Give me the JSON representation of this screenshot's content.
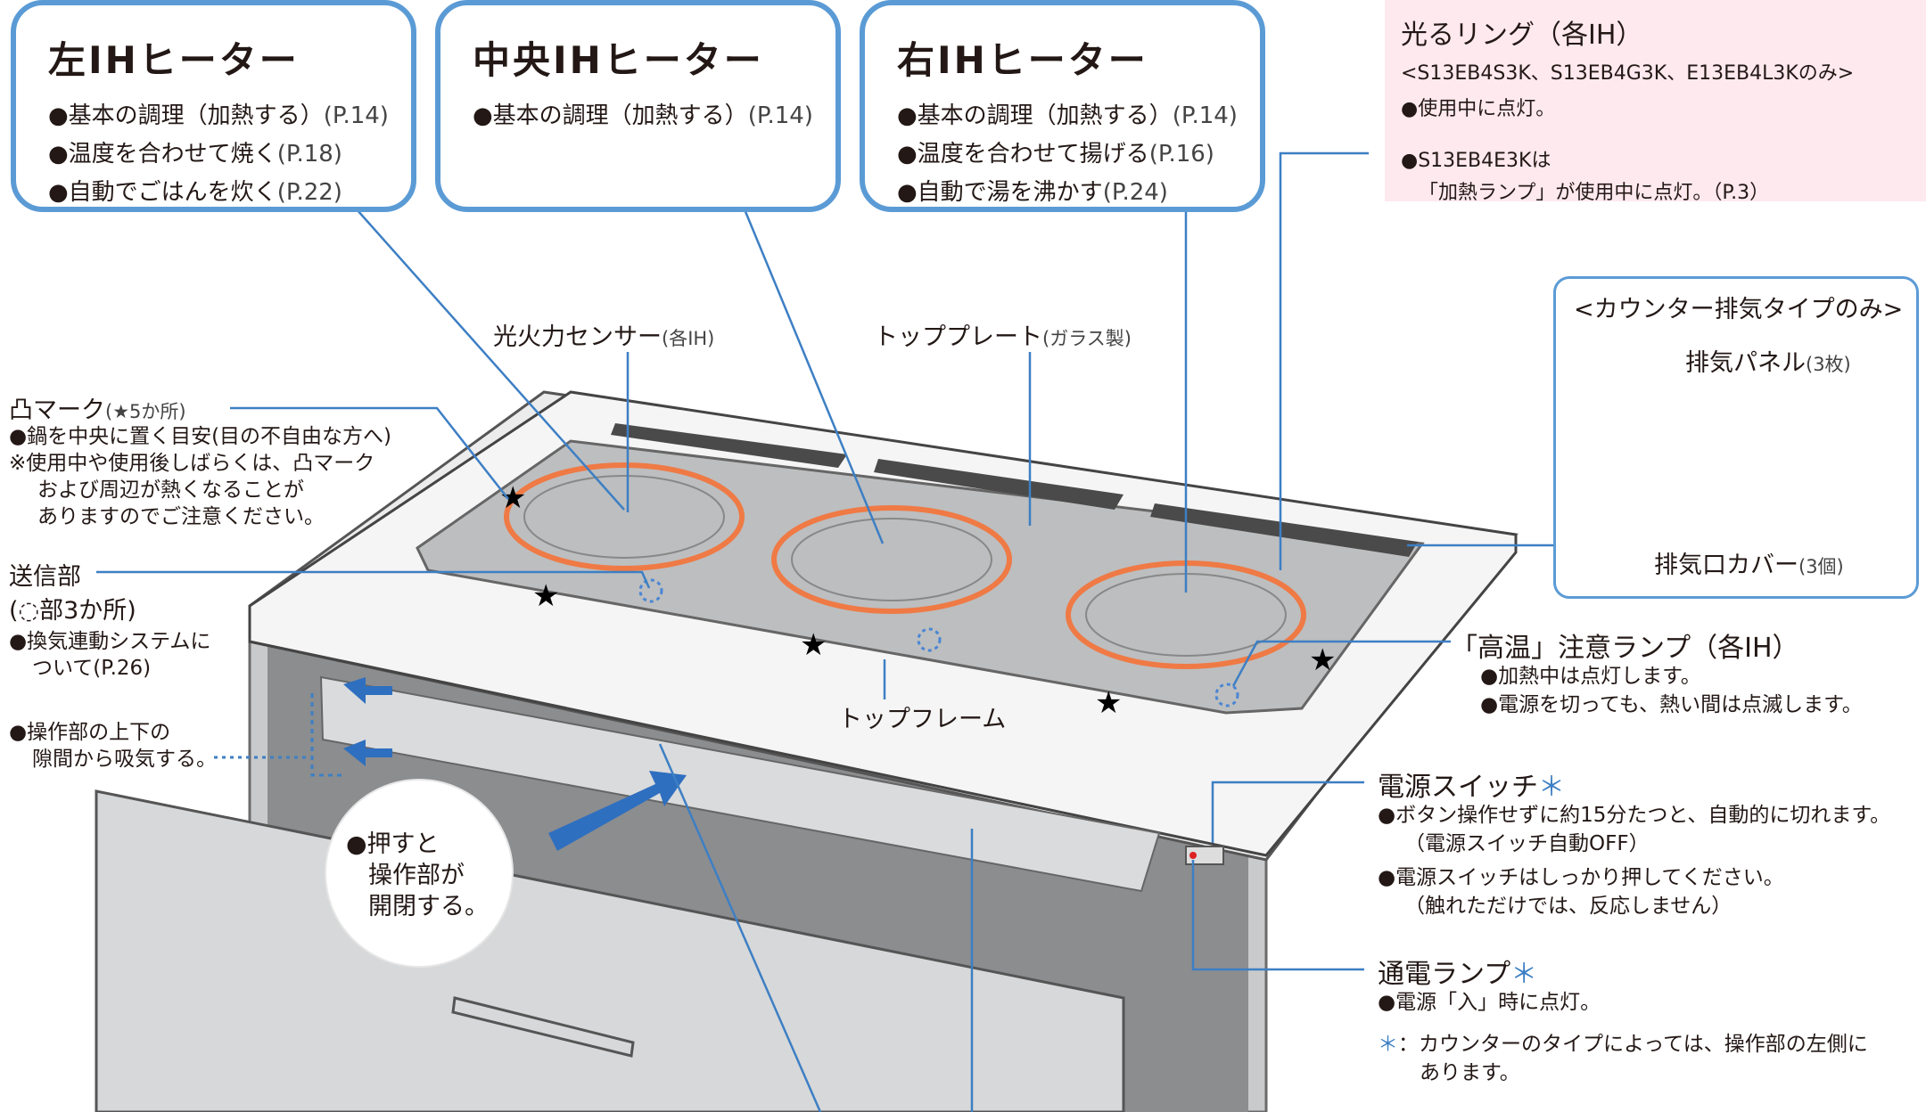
{
  "heaters": {
    "left": {
      "title": "左IHヒーター",
      "items": [
        {
          "text": "●基本の調理（加熱する）",
          "ref": "(P.14)"
        },
        {
          "text": "●温度を合わせて焼く",
          "ref": "(P.18)"
        },
        {
          "text": "●自動でごはんを炊く",
          "ref": "(P.22)"
        }
      ]
    },
    "center": {
      "title": "中央IHヒーター",
      "items": [
        {
          "text": "●基本の調理（加熱する）",
          "ref": "(P.14)"
        }
      ]
    },
    "right": {
      "title": "右IHヒーター",
      "items": [
        {
          "text": "●基本の調理（加熱する）",
          "ref": "(P.14)"
        },
        {
          "text": "●温度を合わせて揚げる",
          "ref": "(P.16)"
        },
        {
          "text": "●自動で湯を沸かす",
          "ref": "(P.24)"
        }
      ]
    }
  },
  "ring": {
    "title": "光るリング（各IH）",
    "models": "<S13EB4S3K、S13EB4G3K、E13EB4L3Kのみ>",
    "line1": "●使用中に点灯。",
    "line2": "●S13EB4E3Kは",
    "line3": "「加熱ランプ」が使用中に点灯。（P.3）"
  },
  "exhaust": {
    "header": "<カウンター排気タイプのみ>",
    "panel": "排気パネル",
    "panel_count": "(3枚)",
    "cover": "排気口カバー",
    "cover_count": "(3個)"
  },
  "labels": {
    "sensor": "光火力センサー",
    "sensor_note": "(各IH)",
    "top_plate": "トッププレート",
    "top_plate_note": "(ガラス製)",
    "top_frame": "トップフレーム",
    "bump_title": "凸マーク",
    "bump_count": "(★5か所)",
    "bump_line1": "●鍋を中央に置く目安(目の不自由な方へ)",
    "bump_line2": "※使用中や使用後しばらくは、凸マーク",
    "bump_line3": "および周辺が熱くなることが",
    "bump_line4": "ありますのでご注意ください。",
    "sender_title": "送信部",
    "sender_sub": "(◌部3か所)",
    "sender_line1": "●換気連動システムに",
    "sender_line2": "ついて(P.26)",
    "intake_line1": "●操作部の上下の",
    "intake_line2": "隙間から吸気する。",
    "press_line1": "●押すと",
    "press_line2": "操作部が",
    "press_line3": "開閉する。",
    "hightemp_title": "「高温」注意ランプ（各IH）",
    "hightemp_line1": "●加熱中は点灯します。",
    "hightemp_line2": "●電源を切っても、熱い間は点滅します。",
    "power_title": "電源スイッチ",
    "power_line1": "●ボタン操作せずに約15分たつと、自動的に切れます。",
    "power_line2": "（電源スイッチ自動OFF）",
    "power_line3": "●電源スイッチはしっかり押してください。",
    "power_line4": "（触れただけでは、反応しません）",
    "lamp_title": "通電ランプ",
    "lamp_line1": "●電源「入」時に点灯。",
    "note_line1": "：カウンターのタイプによっては、操作部の左側に",
    "note_line2": "あります。",
    "asterisk": "＊"
  },
  "colors": {
    "callout_blue": "#5b9bd5",
    "ring_orange": "#ef7a45",
    "pink_bg": "#fde9ee",
    "sensor_blue": "#4a86d4"
  },
  "icons": [
    "star-icon",
    "sender-dots-icon",
    "arrow-icon"
  ]
}
